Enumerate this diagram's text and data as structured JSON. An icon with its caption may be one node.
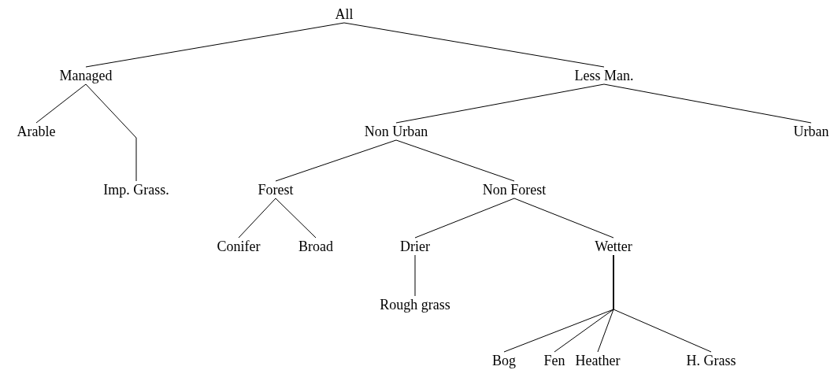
{
  "diagram": {
    "nodes": [
      {
        "text": [
          "All"
        ]
      },
      {
        "text": [
          "Managed"
        ]
      },
      {
        "text": [
          "Less Man."
        ]
      },
      {
        "text": [
          "Arable"
        ]
      },
      {
        "text": [
          "Imp. Grass."
        ]
      },
      {
        "text": [
          "Non Urban"
        ]
      },
      {
        "text": [
          "Urban"
        ]
      },
      {
        "text": [
          "Forest"
        ]
      },
      {
        "text": [
          "Non Forest"
        ]
      },
      {
        "text": [
          "Conifer"
        ]
      },
      {
        "text": [
          "Broad"
        ]
      },
      {
        "text": [
          "Drier"
        ]
      },
      {
        "text": [
          "Wetter"
        ]
      },
      {
        "text": [
          "Rough grass"
        ]
      },
      {
        "text": [
          "Bog"
        ]
      },
      {
        "text": [
          "Fen"
        ]
      },
      {
        "text": [
          "Heather"
        ]
      },
      {
        "text": [
          "H. Grass"
        ]
      }
    ],
    "edges": [
      {
        "from": 0,
        "to": 1,
        "arrow": "none"
      },
      {
        "from": 0,
        "to": 2,
        "arrow": "none"
      },
      {
        "from": 1,
        "to": 3,
        "arrow": "none"
      },
      {
        "from": 1,
        "to": 4,
        "arrow": "none"
      },
      {
        "from": 2,
        "to": 5,
        "arrow": "none"
      },
      {
        "from": 2,
        "to": 6,
        "arrow": "none"
      },
      {
        "from": 5,
        "to": 7,
        "arrow": "none"
      },
      {
        "from": 5,
        "to": 8,
        "arrow": "none"
      },
      {
        "from": 7,
        "to": 9,
        "arrow": "none"
      },
      {
        "from": 7,
        "to": 10,
        "arrow": "none"
      },
      {
        "from": 8,
        "to": 11,
        "arrow": "none"
      },
      {
        "from": 8,
        "to": 12,
        "arrow": "none"
      },
      {
        "from": 11,
        "to": 13,
        "arrow": "none"
      },
      {
        "from": 12,
        "to": 14,
        "arrow": "none"
      },
      {
        "from": 12,
        "to": 15,
        "arrow": "none"
      },
      {
        "from": 12,
        "to": 16,
        "arrow": "none"
      },
      {
        "from": 12,
        "to": 17,
        "arrow": "none"
      }
    ]
  }
}
